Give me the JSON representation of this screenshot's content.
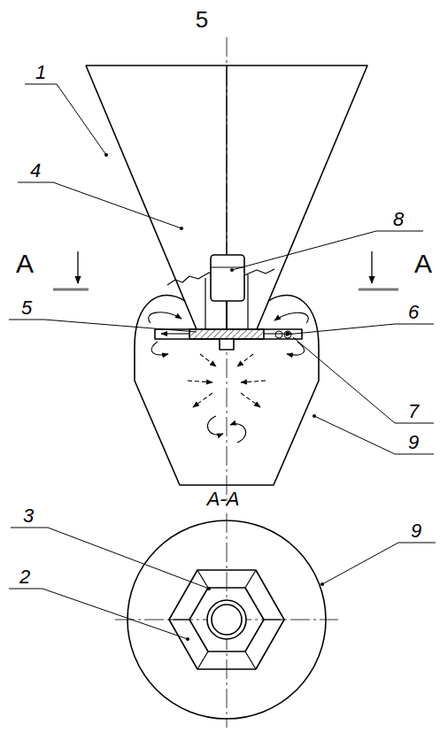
{
  "diagram": {
    "labels": [
      "5",
      "1",
      "4",
      "8",
      "A",
      "A",
      "5",
      "6",
      "7",
      "9",
      "A-A",
      "3",
      "2",
      "9"
    ]
  }
}
